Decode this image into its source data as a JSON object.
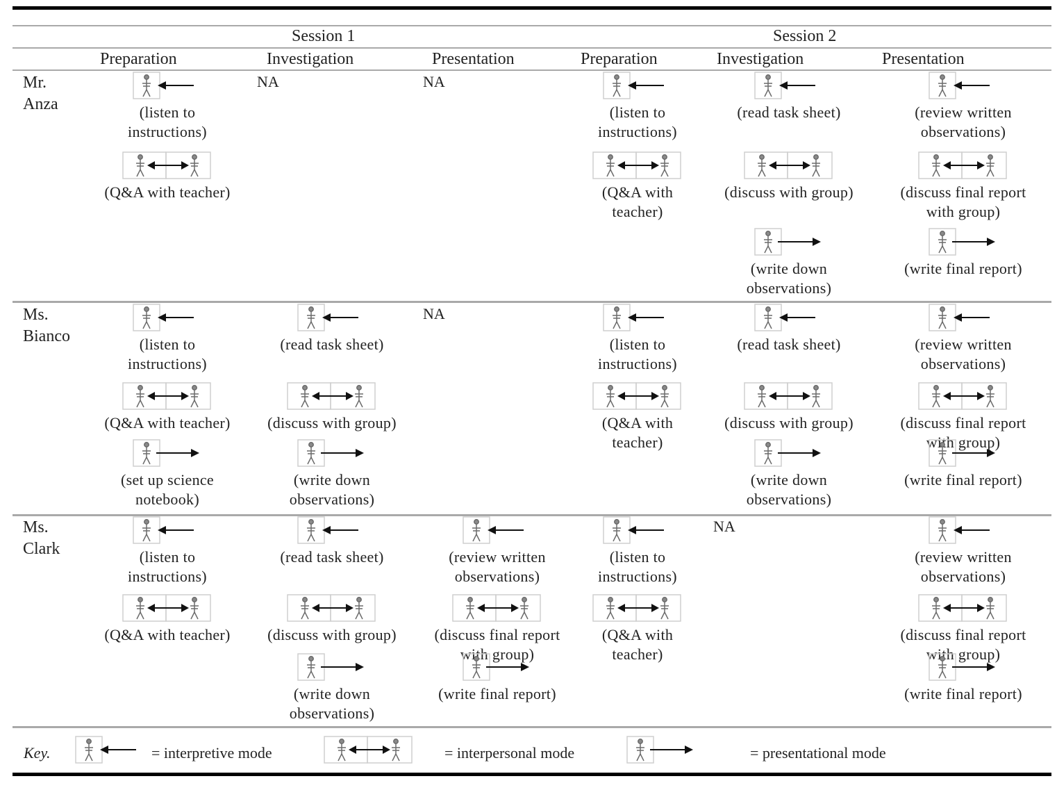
{
  "table": {
    "sessions": [
      "Session 1",
      "Session 2"
    ],
    "phases": [
      "Preparation",
      "Investigation",
      "Presentation",
      "Preparation",
      "Investigation",
      "Presentation"
    ],
    "rows": [
      {
        "teacher": [
          "Mr.",
          "Anza"
        ],
        "cells": [
          {
            "activities": [
              {
                "mode": "interpretive",
                "label": [
                  "(listen to",
                  "instructions)"
                ]
              },
              {
                "mode": "interpersonal",
                "label": [
                  "(Q&A with teacher)"
                ]
              }
            ]
          },
          {
            "na": "NA"
          },
          {
            "na": "NA"
          },
          {
            "activities": [
              {
                "mode": "interpretive",
                "label": [
                  "(listen to",
                  "instructions)"
                ]
              },
              {
                "mode": "interpersonal",
                "label": [
                  "(Q&A with",
                  "teacher)"
                ]
              }
            ]
          },
          {
            "activities": [
              {
                "mode": "interpretive",
                "label": [
                  "(read task sheet)"
                ]
              },
              {
                "mode": "interpersonal",
                "label": [
                  "(discuss with group)"
                ]
              },
              {
                "mode": "presentational",
                "label": [
                  "(write down",
                  "observations)"
                ]
              }
            ]
          },
          {
            "activities": [
              {
                "mode": "interpretive",
                "label": [
                  "(review written",
                  "observations)"
                ]
              },
              {
                "mode": "interpersonal",
                "label": [
                  "(discuss final report",
                  "with group)"
                ]
              },
              {
                "mode": "presentational",
                "label": [
                  "(write final report)"
                ]
              }
            ]
          }
        ]
      },
      {
        "teacher": [
          "Ms.",
          "Bianco"
        ],
        "cells": [
          {
            "activities": [
              {
                "mode": "interpretive",
                "label": [
                  "(listen to",
                  "instructions)"
                ]
              },
              {
                "mode": "interpersonal",
                "label": [
                  "(Q&A with teacher)"
                ]
              },
              {
                "mode": "presentational",
                "label": [
                  "(set up science",
                  "notebook)"
                ]
              }
            ]
          },
          {
            "activities": [
              {
                "mode": "interpretive",
                "label": [
                  "(read task sheet)"
                ]
              },
              {
                "mode": "interpersonal",
                "label": [
                  "(discuss with group)"
                ]
              },
              {
                "mode": "presentational",
                "label": [
                  "(write down",
                  "observations)"
                ]
              }
            ]
          },
          {
            "na": "NA"
          },
          {
            "activities": [
              {
                "mode": "interpretive",
                "label": [
                  "(listen to",
                  "instructions)"
                ]
              },
              {
                "mode": "interpersonal",
                "label": [
                  "(Q&A with",
                  "teacher)"
                ]
              }
            ]
          },
          {
            "activities": [
              {
                "mode": "interpretive",
                "label": [
                  "(read task sheet)"
                ]
              },
              {
                "mode": "interpersonal",
                "label": [
                  "(discuss with group)"
                ]
              },
              {
                "mode": "presentational",
                "label": [
                  "(write down",
                  "observations)"
                ]
              }
            ]
          },
          {
            "activities": [
              {
                "mode": "interpretive",
                "label": [
                  "(review written",
                  "observations)"
                ]
              },
              {
                "mode": "interpersonal",
                "label": [
                  "(discuss final report",
                  "with group)"
                ]
              },
              {
                "mode": "presentational",
                "label": [
                  "(write final report)"
                ]
              }
            ]
          }
        ]
      },
      {
        "teacher": [
          "Ms.",
          "Clark"
        ],
        "cells": [
          {
            "activities": [
              {
                "mode": "interpretive",
                "label": [
                  "(listen to",
                  "instructions)"
                ]
              },
              {
                "mode": "interpersonal",
                "label": [
                  "(Q&A with teacher)"
                ]
              }
            ]
          },
          {
            "activities": [
              {
                "mode": "interpretive",
                "label": [
                  "(read task sheet)"
                ]
              },
              {
                "mode": "interpersonal",
                "label": [
                  "(discuss with group)"
                ]
              },
              {
                "mode": "presentational",
                "label": [
                  "(write down",
                  "observations)"
                ]
              }
            ]
          },
          {
            "activities": [
              {
                "mode": "interpretive",
                "label": [
                  "(review written",
                  "observations)"
                ]
              },
              {
                "mode": "interpersonal",
                "label": [
                  "(discuss final report",
                  "with group)"
                ]
              },
              {
                "mode": "presentational",
                "label": [
                  "(write final report)"
                ]
              }
            ]
          },
          {
            "activities": [
              {
                "mode": "interpretive",
                "label": [
                  "(listen to",
                  "instructions)"
                ]
              },
              {
                "mode": "interpersonal",
                "label": [
                  "(Q&A with",
                  "teacher)"
                ]
              }
            ]
          },
          {
            "na": "NA"
          },
          {
            "activities": [
              {
                "mode": "interpretive",
                "label": [
                  "(review written",
                  "observations)"
                ]
              },
              {
                "mode": "interpersonal",
                "label": [
                  "(discuss final report",
                  "with group)"
                ]
              },
              {
                "mode": "presentational",
                "label": [
                  "(write final report)"
                ]
              }
            ]
          }
        ]
      }
    ]
  },
  "key": {
    "label": "Key.",
    "interpretive": "= interpretive mode",
    "interpersonal": "= interpersonal mode",
    "presentational": "= presentational mode"
  }
}
